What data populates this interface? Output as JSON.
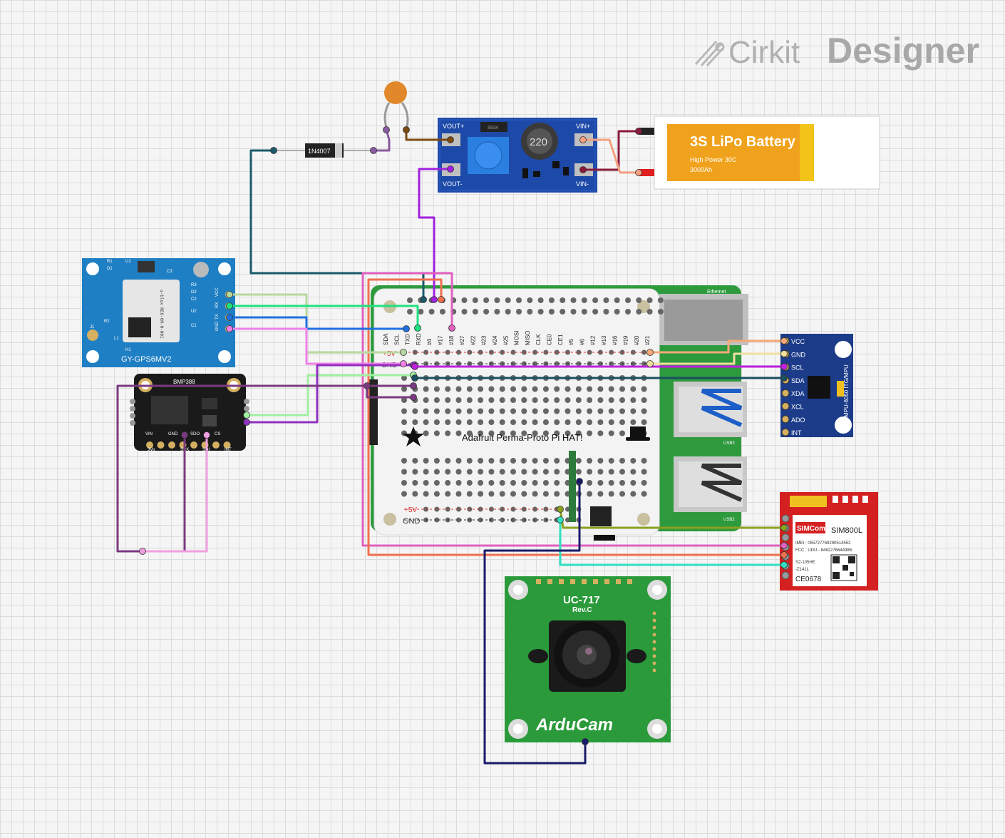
{
  "brand": {
    "logo_part1": "Cirkit",
    "logo_part2": "Designer"
  },
  "battery": {
    "title": "3S LiPo Battery",
    "line1": "High Power 30C",
    "line2": "3000Ah"
  },
  "boost": {
    "vout_plus": "VOUT+",
    "vout_minus": "VOUT-",
    "vin_plus": "VIN+",
    "vin_minus": "VIN-",
    "inductor": "220",
    "chip": "SS34"
  },
  "diode": {
    "label": "1N4007"
  },
  "gps": {
    "title": "GY-GPS6MV2",
    "pins": [
      "VCC",
      "RX",
      "TX",
      "GND"
    ],
    "module_text": "u-blox NEO-6M-0-001",
    "labels": [
      "R1",
      "D1",
      "U1",
      "R3",
      "D2",
      "C2",
      "U2",
      "C1",
      "R2",
      "L1",
      "J1",
      "H1",
      "C3"
    ]
  },
  "bmp": {
    "title": "BMP388",
    "pins": [
      "VIN",
      "GND",
      "SDO",
      "CS",
      "3Vo",
      "SCK",
      "SDI",
      "INT"
    ]
  },
  "hat": {
    "title": "Adafruit Perma-Proto Pi HAT!",
    "top_pins": [
      "SDA",
      "SCL",
      "TXD",
      "RXD",
      "#4",
      "#17",
      "#18",
      "#27",
      "#22",
      "#23",
      "#24",
      "#25",
      "MOSI",
      "MISO",
      "CLK",
      "CE0",
      "CE1",
      "#5",
      "#6",
      "#12",
      "#13",
      "#16",
      "#19",
      "#20",
      "#21"
    ],
    "rail_5v": "+5V",
    "rail_gnd": "GND",
    "bottom_5v": "+5V",
    "bottom_gnd": "GND"
  },
  "pi": {
    "ethernet": "Ethernet",
    "usb3": "USB3",
    "usb2": "USB2"
  },
  "mpu": {
    "pins": [
      "VCC",
      "GND",
      "SCL",
      "SDA",
      "XDA",
      "XCL",
      "ADO",
      "INT"
    ],
    "title": "MPU-6050 ITG/MPU"
  },
  "sim": {
    "brand": "SIMCom",
    "model": "SIM800L",
    "imei": "IMEI : 055727769290514552",
    "fcc": "FCC : UDU - 8462276644986",
    "s2": "S2-105HE",
    "z": "-Z141L",
    "ce": "CE0678"
  },
  "cam": {
    "model": "UC-717",
    "rev": "Rev.C",
    "brand": "ArduCam"
  }
}
